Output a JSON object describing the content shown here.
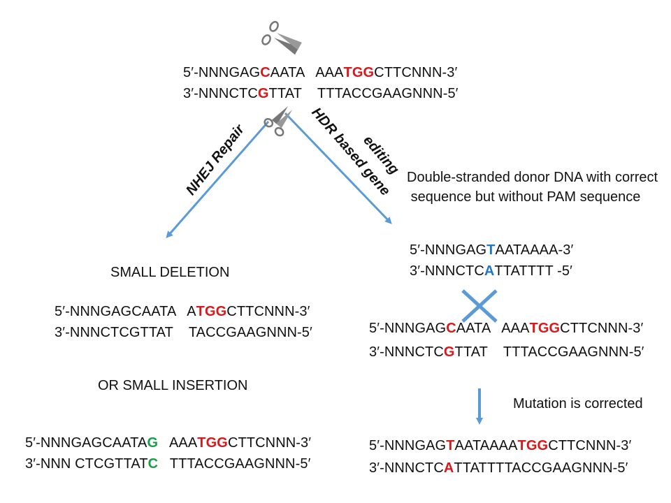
{
  "top": {
    "line1": {
      "pre": "5′-NNNGAG",
      "mut": "C",
      "mid": "AATA   AAA",
      "pam": "TGG",
      "post": "CTTCNNN-3′"
    },
    "line2": {
      "pre": "3′-NNNCTC",
      "mut": "G",
      "post": "TTAT    TTTACCGAAGNNN-5′"
    }
  },
  "labels": {
    "nhej": "NHEJ Repair",
    "hdr_line1": "HDR based gene",
    "hdr_line2": "editing",
    "donor_line1": "Double-stranded donor DNA with correct",
    "donor_line2": "sequence but without PAM sequence",
    "small_deletion": "SMALL DELETION",
    "small_insertion": "OR SMALL INSERTION",
    "mutation_corrected": "Mutation is corrected"
  },
  "deletion": {
    "line1": {
      "pre": "5′-NNNGAGCAATA   A",
      "pam": "TGG",
      "post": "CTTCNNN-3′"
    },
    "line2": "3′-NNNCTCGTTAT    TACCGAAGNNN-5′"
  },
  "insertion": {
    "line1": {
      "pre": "5′-NNNGAGCAATA",
      "ins": "G",
      "mid": "   AAA",
      "pam": "TGG",
      "post": "CTTCNNN-3′"
    },
    "line2": {
      "pre": "3′-NNN CTCGTTAT",
      "ins": "C",
      "post": "   TTTACCGAAGNNN-5′"
    }
  },
  "donor": {
    "line1": {
      "pre": "5′-NNNGAG",
      "mut": "T",
      "post": "AATAAAA-3′"
    },
    "line2": {
      "pre": "3′-NNNCTC",
      "mut": "A",
      "post": "TTATTTT -5′"
    }
  },
  "target": {
    "line1": {
      "pre": "5′-NNNGAG",
      "mut": "C",
      "mid": "AATA   AAA",
      "pam": "TGG",
      "post": "CTTCNNN-3′"
    },
    "line2": {
      "pre": "3′-NNNCTC",
      "mut": "G",
      "post": "TTAT    TTTACCGAAGNNN-5′"
    }
  },
  "corrected": {
    "line1": {
      "pre": "5′-NNNGAG",
      "mut": "T",
      "mid": "AATAAAA",
      "pam": "TGG",
      "post": "CTTCNNN-3′"
    },
    "line2": {
      "pre": "3′-NNNCTC",
      "mut": "A",
      "post": "TTATTTTACCGAAGNNN-5′"
    }
  },
  "colors": {
    "arrow": "#5b9bd5",
    "pam_mutation": "#d7191c",
    "donor_base": "#1f78c8",
    "insertion_base": "#1b9e4b",
    "scissors": "#888888"
  }
}
